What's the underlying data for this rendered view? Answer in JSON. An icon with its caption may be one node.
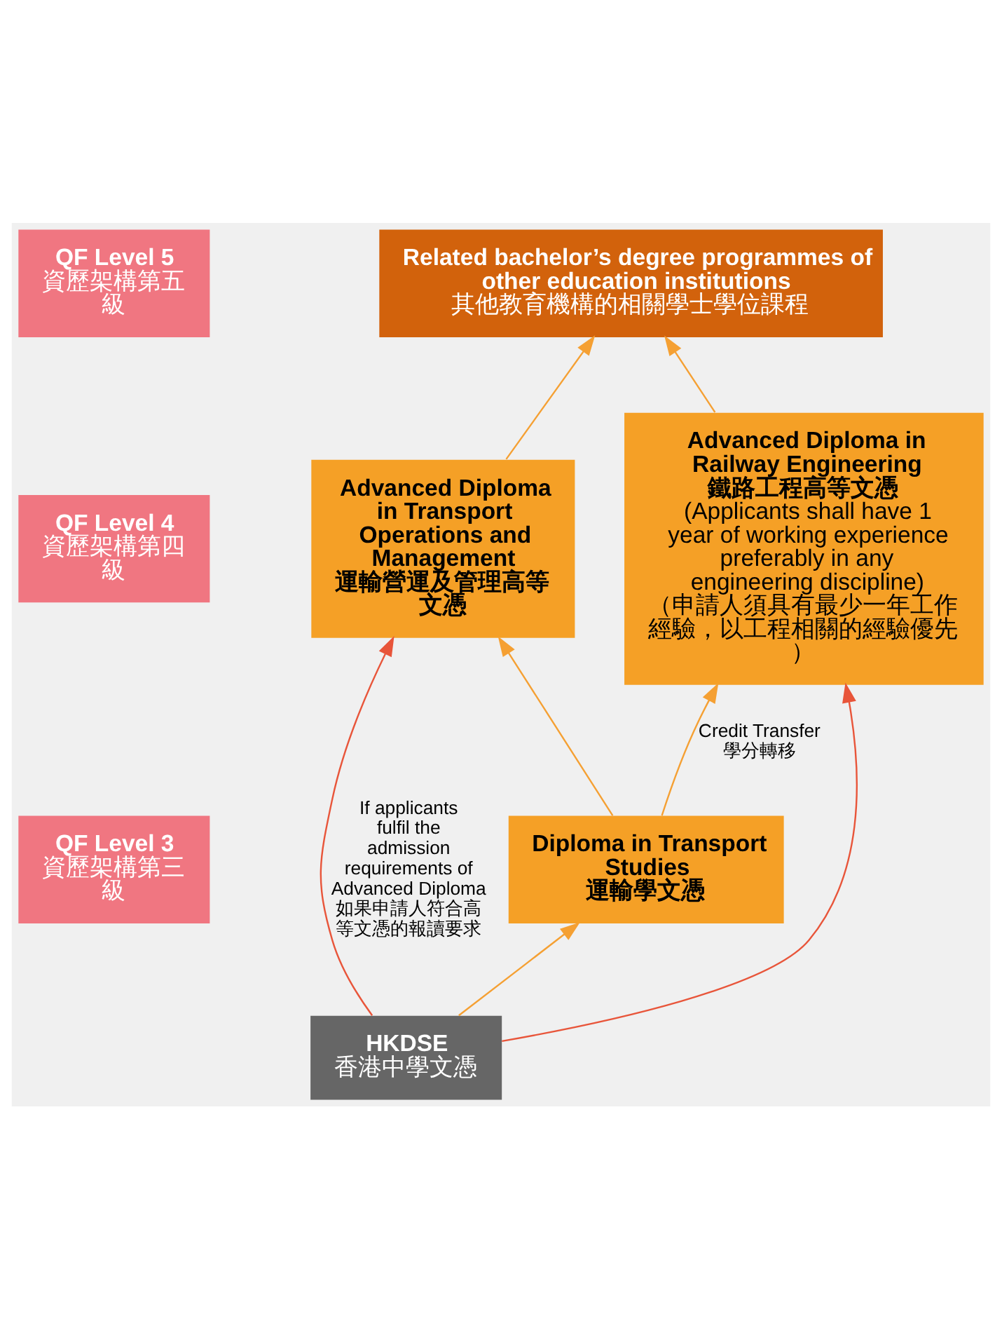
{
  "diagram": {
    "nodes": [
      {
        "text": [
          "QF Level 5",
          "資歷架構第五級"
        ]
      },
      {
        "text": [
          "QF Level 4",
          "資歷架構第四級"
        ]
      },
      {
        "text": [
          "QF Level 3",
          "資歷架構第三級"
        ]
      },
      {
        "text": [
          "Related bachelor’s degree programmes of other education institutions",
          "其他教育機構的相關學士學位課程"
        ]
      },
      {
        "text": [
          "Advanced Diploma in Railway Engineering",
          "鐵路工程高等文憑",
          "(Applicants shall have 1 year of working experience preferably in any engineering discipline)",
          "（申請人須具有最少一年工作經驗，以工程相關的經驗優先）"
        ]
      },
      {
        "text": [
          "Advanced Diploma in Transport Operations and Management",
          "運輸營運及管理高等文憑"
        ]
      },
      {
        "text": [
          "Diploma in Transport Studies",
          "運輸學文憑"
        ]
      },
      {
        "text": [
          "HKDSE",
          "香港中學文憑"
        ]
      }
    ],
    "edges": [
      {
        "from": 4,
        "to": 3,
        "arrow": "to"
      },
      {
        "from": 5,
        "to": 3,
        "arrow": "to"
      },
      {
        "from": 7,
        "to": 4,
        "arrow": "to",
        "color": "#e8553a"
      },
      {
        "from": 6,
        "to": 4,
        "arrow": "to",
        "label": "Credit Transfer 學分轉移"
      },
      {
        "from": 6,
        "to": 5,
        "arrow": "to"
      },
      {
        "from": 7,
        "to": 5,
        "arrow": "to",
        "color": "#e8553a",
        "label": "If applicants fulfil the admission requirements of Advanced Diploma 如果申請人符合高等文憑的報讀要求"
      },
      {
        "from": 7,
        "to": 6,
        "arrow": "to"
      }
    ]
  }
}
